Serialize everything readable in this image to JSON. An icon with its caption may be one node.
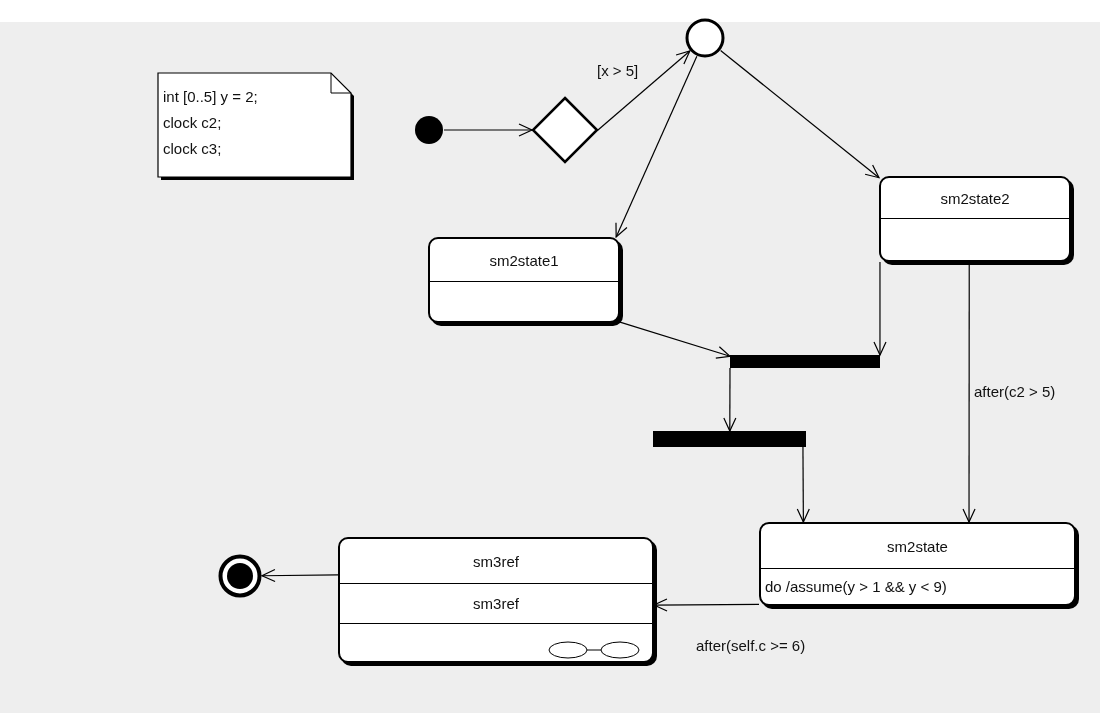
{
  "diagram": {
    "nodes": [
      {
        "text": [
          "int [0..5] y = 2;",
          "clock c2;",
          "clock c3;"
        ]
      },
      {
        "text": [],
        "shape": "circle"
      },
      {
        "text": [],
        "shape": "diamond"
      },
      {
        "text": [],
        "shape": "circle"
      },
      {
        "text": [
          "sm2state2"
        ]
      },
      {
        "text": [
          "sm2state1"
        ]
      },
      {
        "text": [],
        "shape": "bar"
      },
      {
        "text": [],
        "shape": "bar"
      },
      {
        "text": [
          "sm2state",
          "do /assume(y > 1 && y < 9)"
        ]
      },
      {
        "text": [
          "sm3ref",
          "sm3ref"
        ]
      },
      {
        "text": [],
        "shape": "circle"
      }
    ],
    "edges": [
      {
        "from": 1,
        "to": 2,
        "arrow": "to"
      },
      {
        "from": 2,
        "to": 3,
        "arrow": "to",
        "label": "[x > 5]"
      },
      {
        "from": 3,
        "to": 5,
        "arrow": "to"
      },
      {
        "from": 3,
        "to": 4,
        "arrow": "to"
      },
      {
        "from": 5,
        "to": 6,
        "arrow": "to"
      },
      {
        "from": 4,
        "to": 6,
        "arrow": "to"
      },
      {
        "from": 6,
        "to": 7,
        "arrow": "to"
      },
      {
        "from": 7,
        "to": 8,
        "arrow": "to"
      },
      {
        "from": 4,
        "to": 8,
        "arrow": "to",
        "label": "after(c2 > 5)"
      },
      {
        "from": 8,
        "to": 9,
        "arrow": "to",
        "label": "after(self.c >= 6)"
      },
      {
        "from": 9,
        "to": 10,
        "arrow": "to"
      }
    ]
  }
}
